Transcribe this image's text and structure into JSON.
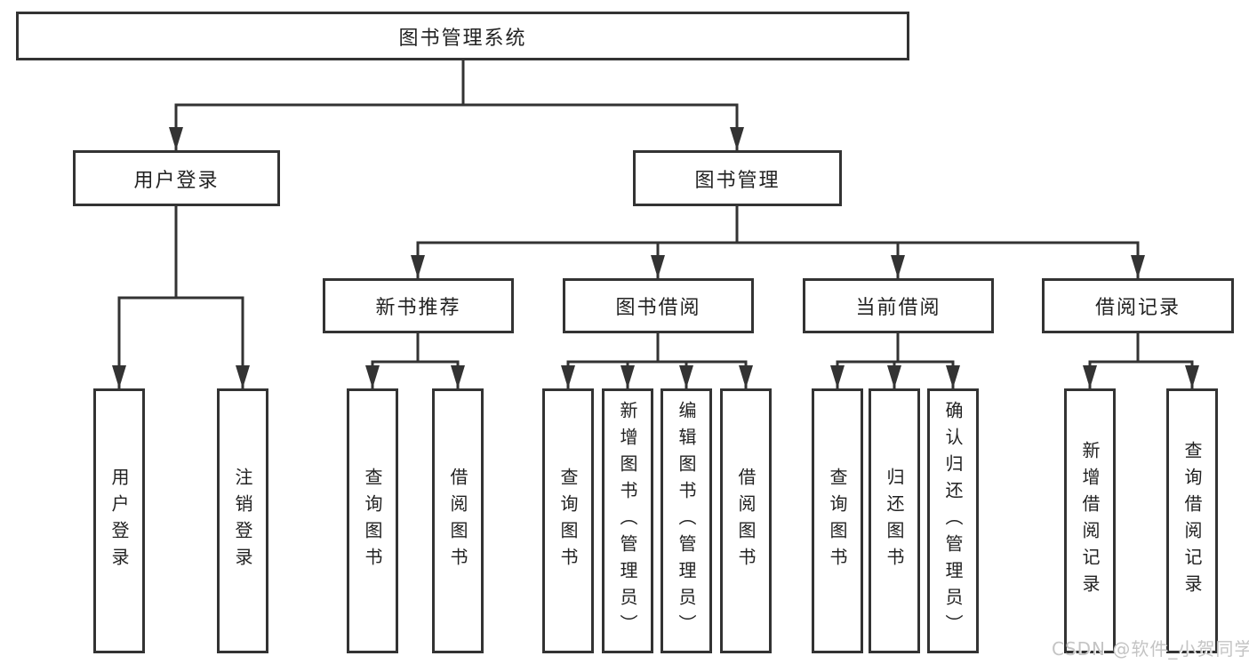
{
  "diagram": {
    "type": "hierarchy-tree",
    "root": "图书管理系统",
    "level2": [
      "用户登录",
      "图书管理"
    ],
    "level3": [
      "新书推荐",
      "图书借阅",
      "当前借阅",
      "借阅记录"
    ],
    "leaves": [
      "用户登录",
      "注销登录",
      "查询图书",
      "借阅图书",
      "查询图书",
      "新增图书（管理员）",
      "编辑图书（管理员）",
      "借阅图书",
      "查询图书",
      "归还图书",
      "确认归还（管理员）",
      "新增借阅记录",
      "查询借阅记录"
    ],
    "edges": [
      {
        "from": "图书管理系统",
        "to": "用户登录"
      },
      {
        "from": "图书管理系统",
        "to": "图书管理"
      },
      {
        "from": "用户登录",
        "to": "用户登录"
      },
      {
        "from": "用户登录",
        "to": "注销登录"
      },
      {
        "from": "图书管理",
        "to": "新书推荐"
      },
      {
        "from": "图书管理",
        "to": "图书借阅"
      },
      {
        "from": "图书管理",
        "to": "当前借阅"
      },
      {
        "from": "图书管理",
        "to": "借阅记录"
      },
      {
        "from": "新书推荐",
        "to": "查询图书"
      },
      {
        "from": "新书推荐",
        "to": "借阅图书"
      },
      {
        "from": "图书借阅",
        "to": "查询图书"
      },
      {
        "from": "图书借阅",
        "to": "新增图书（管理员）"
      },
      {
        "from": "图书借阅",
        "to": "编辑图书（管理员）"
      },
      {
        "from": "图书借阅",
        "to": "借阅图书"
      },
      {
        "from": "当前借阅",
        "to": "查询图书"
      },
      {
        "from": "当前借阅",
        "to": "归还图书"
      },
      {
        "from": "当前借阅",
        "to": "确认归还（管理员）"
      },
      {
        "from": "借阅记录",
        "to": "新增借阅记录"
      },
      {
        "from": "借阅记录",
        "to": "查询借阅记录"
      }
    ],
    "colors": {
      "line": "#333333",
      "text": "#222222",
      "box_background": "#ffffff",
      "watermark": "#c4c4c4"
    }
  },
  "watermark": "CSDN @软件_小贺同学"
}
